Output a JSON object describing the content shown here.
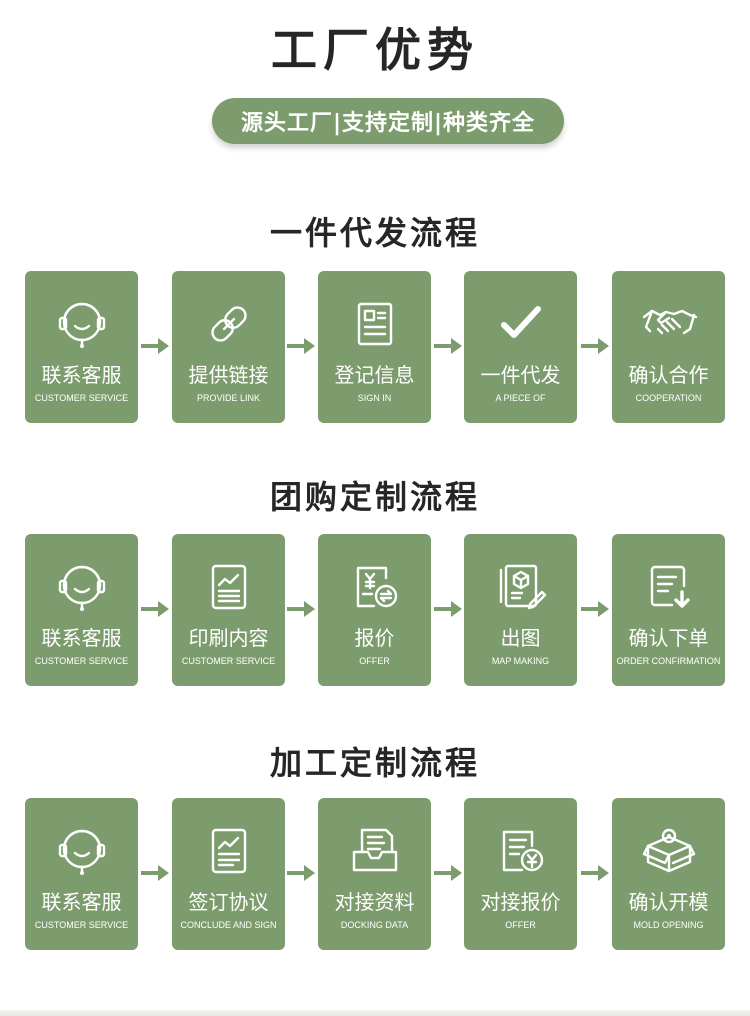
{
  "header": {
    "title": "工厂优势",
    "tagline": "源头工厂|支持定制|种类齐全"
  },
  "colors": {
    "card": "#7d9c6d",
    "arrow": "#7d9c6d",
    "text_dark": "#262626"
  },
  "sections": [
    {
      "title": "一件代发流程",
      "steps": [
        {
          "zh": "联系客服",
          "en": "CUSTOMER SERVICE",
          "icon": "headset-icon"
        },
        {
          "zh": "提供链接",
          "en": "PROVIDE LINK",
          "icon": "link-icon"
        },
        {
          "zh": "登记信息",
          "en": "SIGN IN",
          "icon": "form-icon"
        },
        {
          "zh": "一件代发",
          "en": "A PIECE OF",
          "icon": "checkmark-icon"
        },
        {
          "zh": "确认合作",
          "en": "COOPERATION",
          "icon": "handshake-icon"
        }
      ]
    },
    {
      "title": "团购定制流程",
      "steps": [
        {
          "zh": "联系客服",
          "en": "CUSTOMER SERVICE",
          "icon": "headset-icon"
        },
        {
          "zh": "印刷内容",
          "en": "CUSTOMER SERVICE",
          "icon": "chart-document-icon"
        },
        {
          "zh": "报价",
          "en": "OFFER",
          "icon": "price-document-icon"
        },
        {
          "zh": "出图",
          "en": "MAP MAKING",
          "icon": "design-drawing-icon"
        },
        {
          "zh": "确认下单",
          "en": "ORDER CONFIRMATION",
          "icon": "order-download-icon"
        }
      ]
    },
    {
      "title": "加工定制流程",
      "steps": [
        {
          "zh": "联系客服",
          "en": "CUSTOMER SERVICE",
          "icon": "headset-icon"
        },
        {
          "zh": "签订协议",
          "en": "CONCLUDE AND SIGN",
          "icon": "agreement-document-icon"
        },
        {
          "zh": "对接资料",
          "en": "DOCKING DATA",
          "icon": "data-tray-icon"
        },
        {
          "zh": "对接报价",
          "en": "OFFER",
          "icon": "quote-document-icon"
        },
        {
          "zh": "确认开模",
          "en": "MOLD OPENING",
          "icon": "mold-box-icon"
        }
      ]
    }
  ]
}
